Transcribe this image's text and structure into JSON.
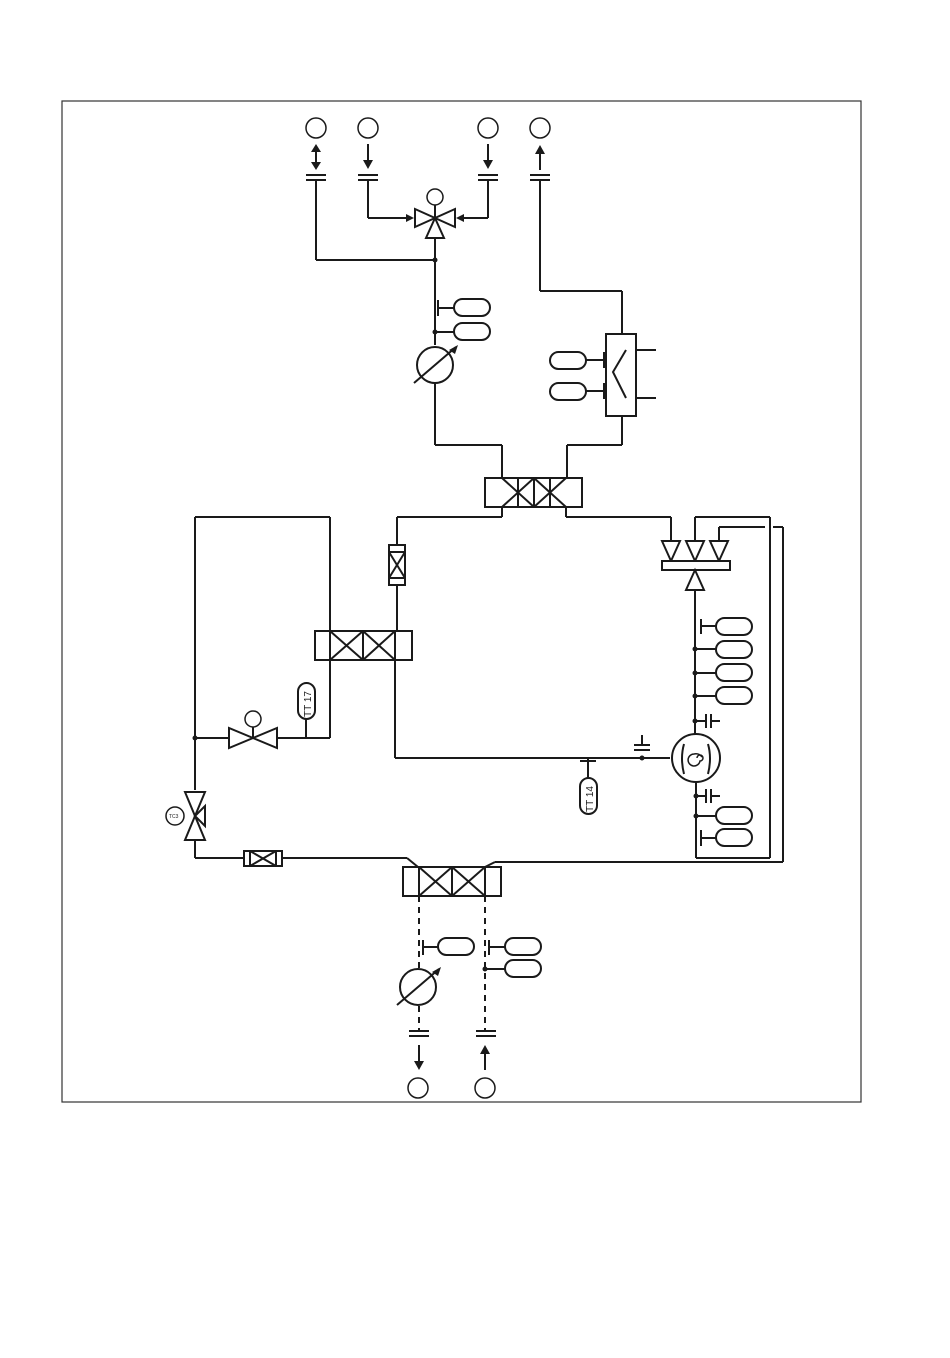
{
  "diagram": {
    "sensor_labels": {
      "tt17": "TT 17",
      "tt14": "TT 14",
      "tc": "TC3"
    }
  }
}
